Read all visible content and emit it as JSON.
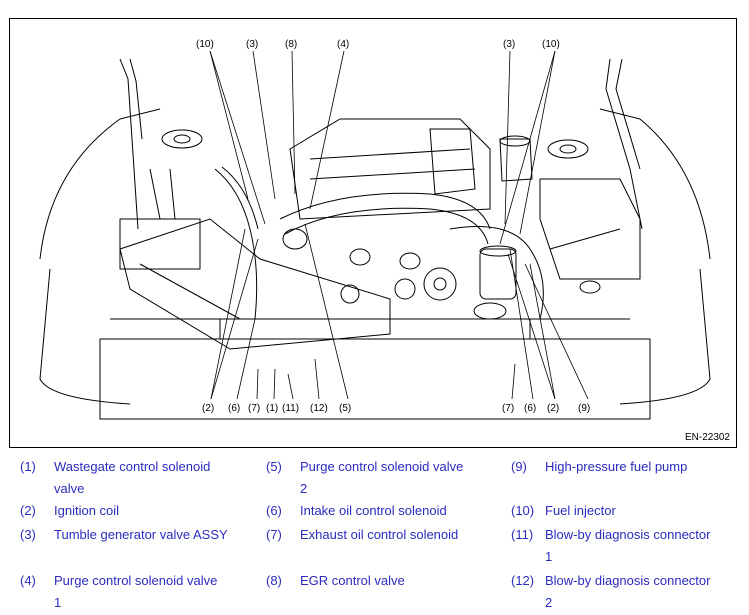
{
  "figure": {
    "callouts_top": [
      "(10)",
      "(3)",
      "(8)",
      "(4)",
      "(3)",
      "(10)"
    ],
    "callouts_bottom": [
      "(2)",
      "(6)",
      "(7)",
      "(1)",
      "(11)",
      "(12)",
      "(5)",
      "(7)",
      "(6)",
      "(2)",
      "(9)"
    ],
    "figure_code": "EN-22302"
  },
  "legend": [
    {
      "num": "(1)",
      "text_lines": [
        "Wastegate control solenoid",
        "valve"
      ]
    },
    {
      "num": "(2)",
      "text_lines": [
        "Ignition coil"
      ]
    },
    {
      "num": "(3)",
      "text_lines": [
        "Tumble generator valve ASSY"
      ]
    },
    {
      "num": "(4)",
      "text_lines": [
        "Purge control solenoid valve",
        "1"
      ]
    },
    {
      "num": "(5)",
      "text_lines": [
        "Purge control solenoid valve",
        "2"
      ]
    },
    {
      "num": "(6)",
      "text_lines": [
        "Intake oil control solenoid"
      ]
    },
    {
      "num": "(7)",
      "text_lines": [
        "Exhaust oil control solenoid"
      ]
    },
    {
      "num": "(8)",
      "text_lines": [
        "EGR control valve"
      ]
    },
    {
      "num": "(9)",
      "text_lines": [
        "High-pressure fuel pump"
      ]
    },
    {
      "num": "(10)",
      "text_lines": [
        "Fuel injector"
      ]
    },
    {
      "num": "(11)",
      "text_lines": [
        "Blow-by diagnosis connector",
        "1"
      ]
    },
    {
      "num": "(12)",
      "text_lines": [
        "Blow-by diagnosis connector",
        "2"
      ]
    }
  ],
  "colors": {
    "legend_text": "#2b2bbf",
    "line_art": "#000000"
  }
}
